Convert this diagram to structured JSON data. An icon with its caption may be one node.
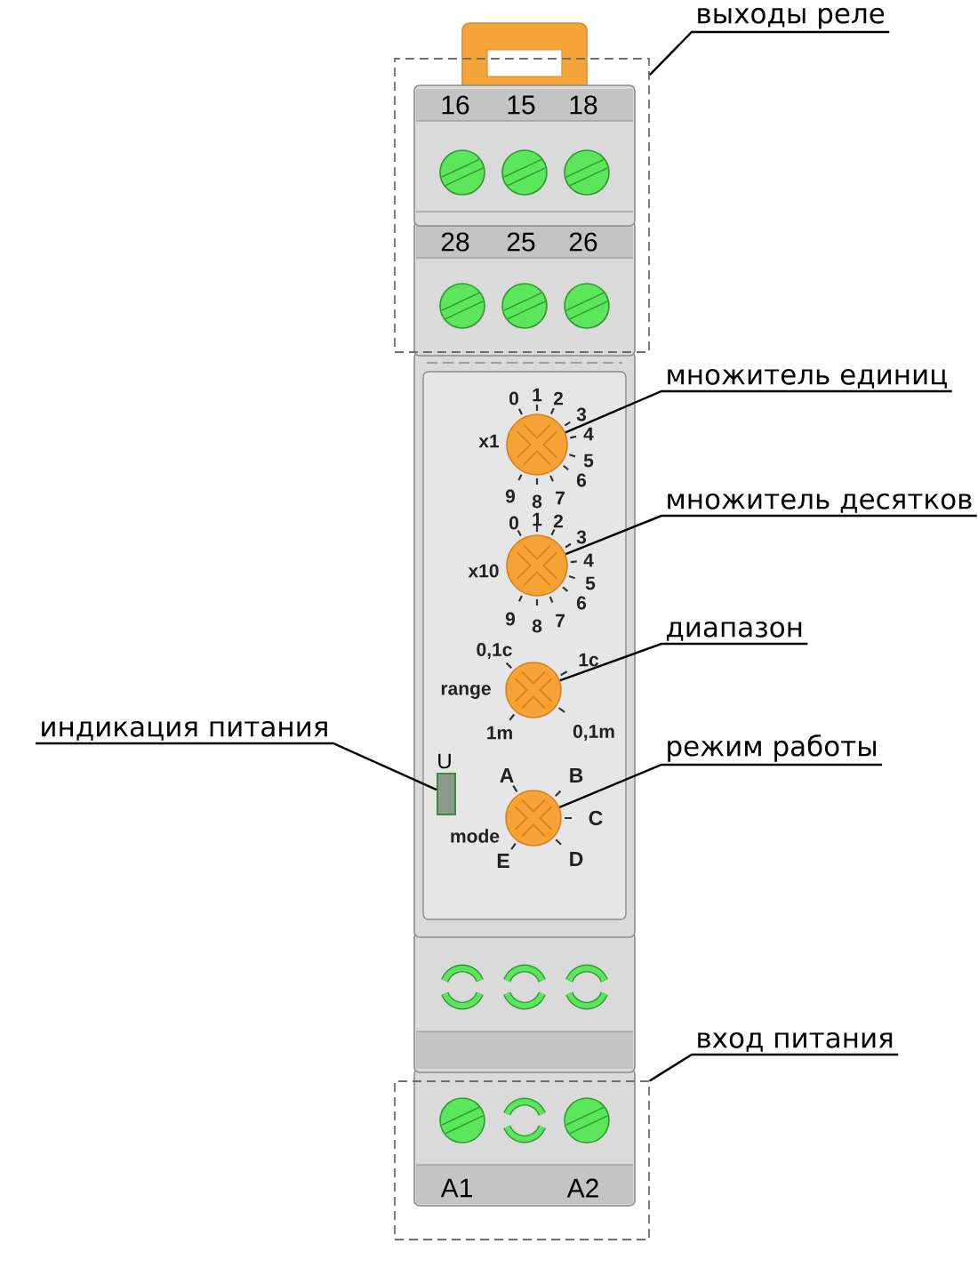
{
  "diagram": {
    "nodes": [
      {
        "text": [
          "выходы реле"
        ]
      },
      {
        "text": [],
        "shape": "box"
      },
      {
        "text": [
          "множитель единиц"
        ]
      },
      {
        "text": [],
        "shape": "circle",
        "beside": [
          "x1"
        ]
      },
      {
        "text": [
          "множитель десятков"
        ]
      },
      {
        "text": [],
        "shape": "circle",
        "beside": [
          "x10"
        ]
      },
      {
        "text": [
          "диапазон"
        ]
      },
      {
        "text": [],
        "shape": "circle",
        "beside": [
          "range"
        ]
      },
      {
        "text": [
          "индикация питания"
        ]
      },
      {
        "text": [],
        "shape": "box"
      },
      {
        "text": [
          "режим работы"
        ]
      },
      {
        "text": [],
        "shape": "circle",
        "beside": [
          "mode"
        ]
      },
      {
        "text": [
          "вход питания"
        ]
      },
      {
        "text": [],
        "shape": "box"
      }
    ],
    "edges": [
      {
        "from": 0,
        "to": 1,
        "arrow": "none"
      },
      {
        "from": 2,
        "to": 3,
        "arrow": "none"
      },
      {
        "from": 4,
        "to": 5,
        "arrow": "none"
      },
      {
        "from": 6,
        "to": 7,
        "arrow": "none"
      },
      {
        "from": 8,
        "to": 9,
        "arrow": "none"
      },
      {
        "from": 10,
        "to": 11,
        "arrow": "none"
      },
      {
        "from": 12,
        "to": 13,
        "arrow": "none"
      }
    ],
    "labels": [
      "16",
      "15",
      "18",
      "28",
      "25",
      "26",
      "0",
      "1",
      "2",
      "3",
      "4",
      "5",
      "6",
      "9",
      "8",
      "7",
      "0",
      "1",
      "2",
      "3",
      "4",
      "5",
      "6",
      "9",
      "8",
      "7",
      "0,1c",
      "1c",
      "1m",
      "0,1m",
      "U",
      "A",
      "B",
      "C",
      "E",
      "D",
      "A1",
      "A2"
    ]
  }
}
